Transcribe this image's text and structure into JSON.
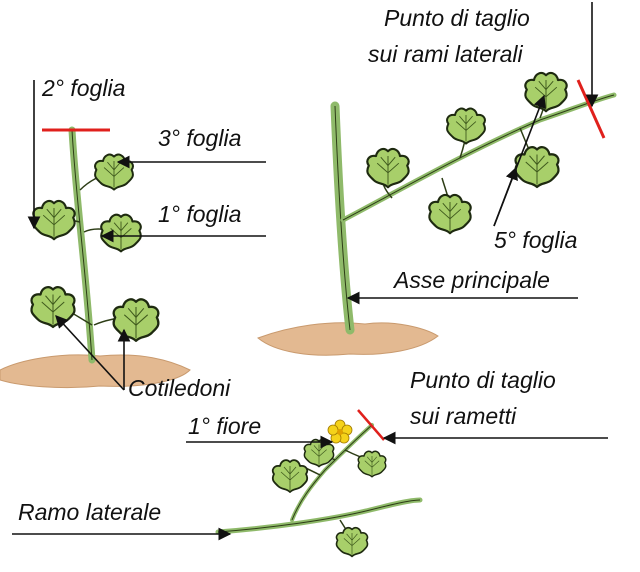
{
  "labels": {
    "foglia_2": "2° foglia",
    "foglia_3": "3° foglia",
    "foglia_1": "1° foglia",
    "cotiledoni": "Cotiledoni",
    "taglio_laterali_line1": "Punto di taglio",
    "taglio_laterali_line2": "sui  rami laterali",
    "foglia_5": "5° foglia",
    "asse_principale": "Asse principale",
    "taglio_rametti_line1": "Punto di taglio",
    "taglio_rametti_line2": "sui  rametti",
    "fiore_1": "1° fiore",
    "ramo_laterale": "Ramo laterale"
  },
  "colors": {
    "leaf_fill": "#a8cf6a",
    "leaf_outline": "#1e2a10",
    "stem": "#8fba6a",
    "soil": "#e3b991",
    "cut_mark": "#e0201c",
    "flower": "#f5d21a",
    "arrow": "#111111"
  }
}
